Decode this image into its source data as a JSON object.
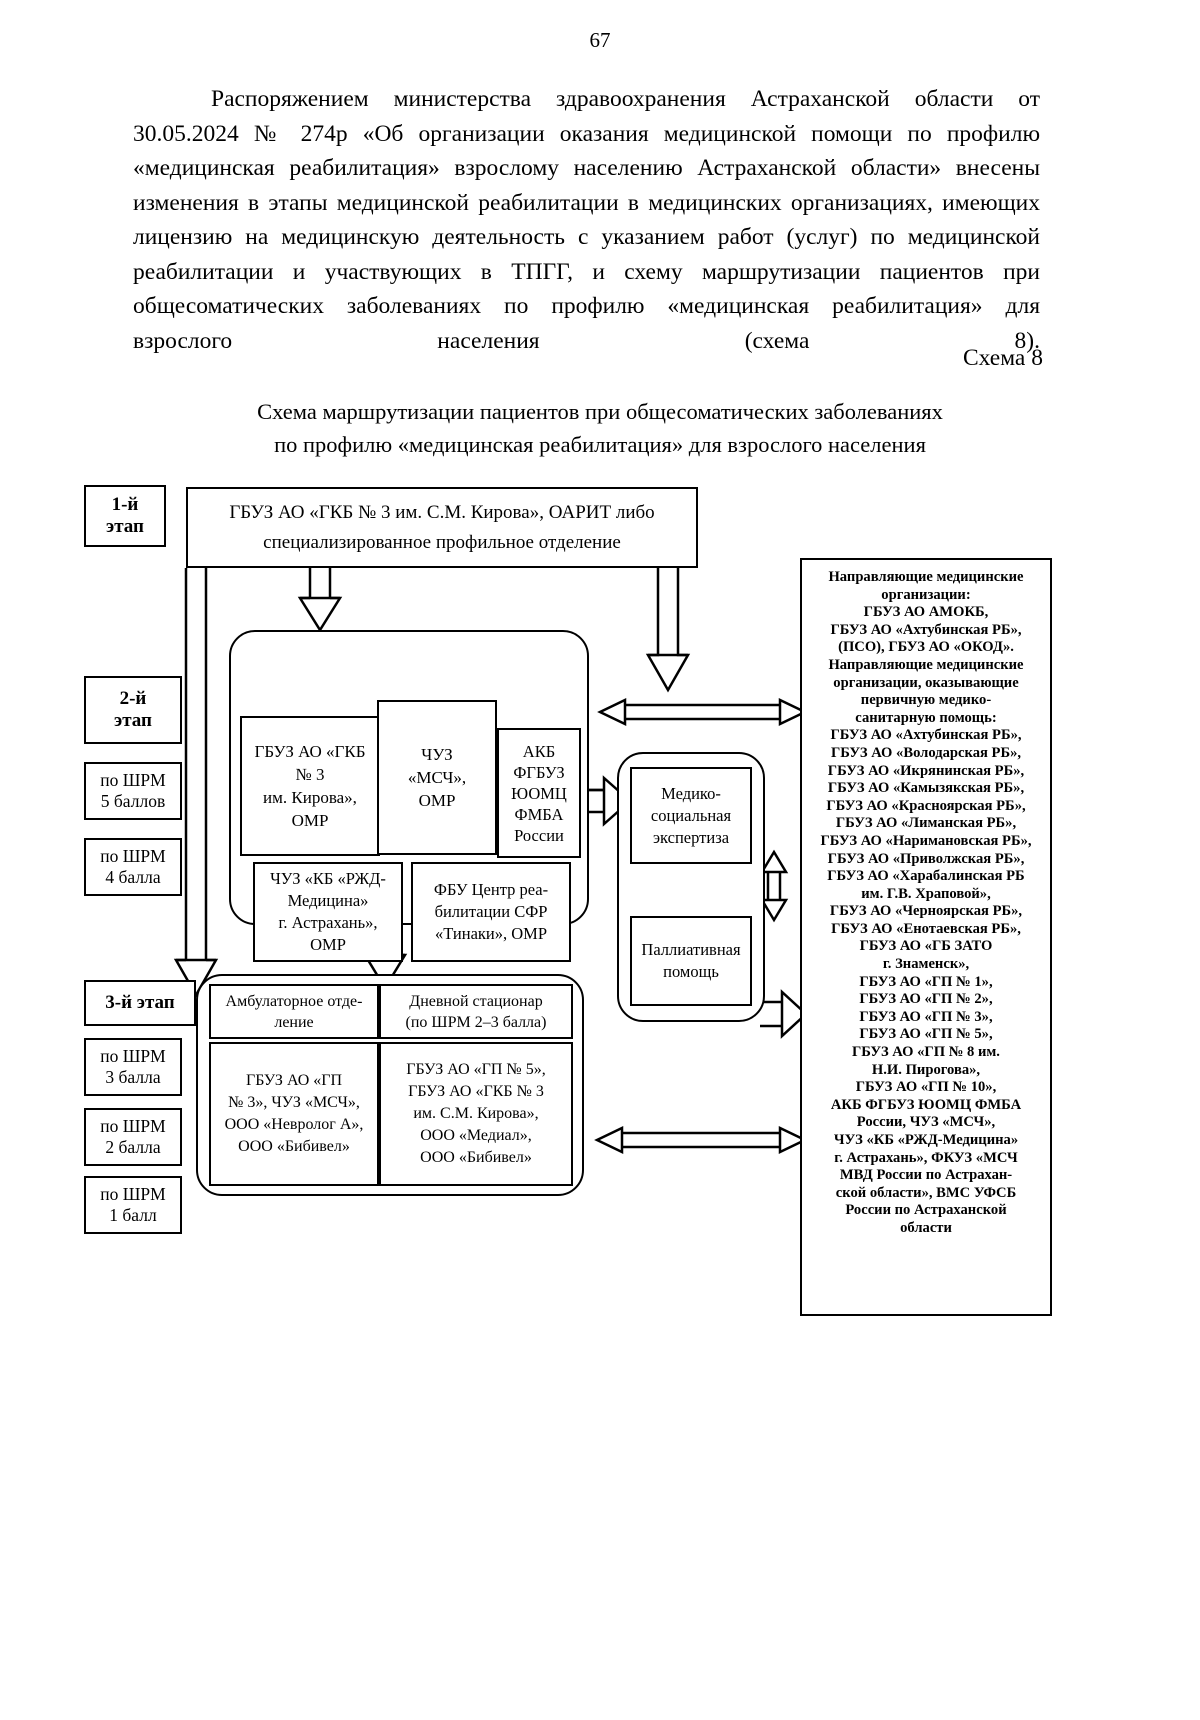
{
  "page": {
    "folio": "67",
    "body_paragraph": "Распоряжением министерства здравоохранения Астраханской области от 30.05.2024 № 274р «Об организации оказания медицинской помощи по профилю «медицинская реабилитация» взрослому населению Астраханской области» внесены изменения в этапы медицинской реабилитации в медицинских организациях, имеющих лицензию на медицинскую деятельность с указанием работ (услуг) по медицинской реабилитации и участвующих в ТПГГ, и схему маршрутизации пациентов при общесоматических заболеваниях по профилю «медицинская реабилитация» для взрослого населения (схема 8).",
    "scheme_label": "Схема 8",
    "diagram_title_line1": "Схема маршрутизации пациентов при общесоматических заболеваниях",
    "diagram_title_line2": "по профилю «медицинская реабилитация» для взрослого населения"
  },
  "diagram": {
    "stages": {
      "stage1": "1-й\nэтап",
      "stage1_l1": "1-й",
      "stage1_l2": "этап",
      "stage2_l1": "2-й",
      "stage2_l2": "этап",
      "stage3": "3-й этап"
    },
    "shrm": [
      {
        "line1": "по ШРМ",
        "line2": "5 баллов"
      },
      {
        "line1": "по ШРМ",
        "line2": "4 балла"
      },
      {
        "line1": "по ШРМ",
        "line2": "3 балла"
      },
      {
        "line1": "по ШРМ",
        "line2": "2 балла"
      },
      {
        "line1": "по ШРМ",
        "line2": "1 балл"
      }
    ],
    "stage1_box": {
      "line1": "ГБУЗ АО «ГКБ № 3 им. С.М. Кирова», ОАРИТ либо",
      "line2": "специализированное профильное отделение"
    },
    "stage2_boxes": [
      {
        "name": "gkb3-omr",
        "lines": [
          "ГБУЗ АО «ГКБ",
          "№ 3",
          "им. Кирова»,",
          "ОМР"
        ]
      },
      {
        "name": "chuz-msch",
        "lines": [
          "ЧУЗ",
          "«МСЧ»,",
          "ОМР"
        ]
      },
      {
        "name": "akb-fgbuz",
        "lines": [
          "АКБ",
          "ФГБУЗ",
          "ЮОМЦ",
          "ФМБА",
          "России"
        ]
      },
      {
        "name": "rzd-med",
        "lines": [
          "ЧУЗ «КБ «РЖД-",
          "Медицина»",
          "г. Астрахань»,",
          "ОМР"
        ]
      },
      {
        "name": "tinaki",
        "lines": [
          "ФБУ Центр реа-",
          "билитации СФР",
          "«Тинаки», ОМР"
        ]
      }
    ],
    "expertise_box": {
      "lines": [
        "Медико-",
        "социальная",
        "экспертиза"
      ]
    },
    "palliative_box": {
      "lines": [
        "Паллиативная",
        "помощь"
      ]
    },
    "stage3_boxes": {
      "ambulatory_header": {
        "lines": [
          "Амбулаторное отде-",
          "ление"
        ]
      },
      "daystay_header": {
        "lines": [
          "Дневной стационар",
          "(по ШРМ 2–3 балла)"
        ]
      },
      "ambulatory_body": {
        "lines": [
          "ГБУЗ АО «ГП",
          "№ 3», ЧУЗ «МСЧ»,",
          "ООО «Невролог А»,",
          "ООО «Бибивел»"
        ]
      },
      "daystay_body": {
        "lines": [
          "ГБУЗ АО «ГП № 5»,",
          "ГБУЗ АО «ГКБ № 3",
          "им. С.М. Кирова»,",
          "ООО «Медиал»,",
          "ООО «Бибивел»"
        ]
      }
    },
    "referring_list": [
      "Направляющие медицинские",
      "организации:",
      "ГБУЗ АО АМОКБ,",
      "ГБУЗ АО «Ахтубинская РБ»,",
      "(ПСО), ГБУЗ АО «ОКОД».",
      "Направляющие медицинские",
      "организации, оказывающие",
      "первичную медико-",
      "санитарную помощь:",
      "ГБУЗ АО «Ахтубинская РБ»,",
      "ГБУЗ АО «Володарская РБ»,",
      "ГБУЗ АО «Икрянинская РБ»,",
      "ГБУЗ АО «Камызякская РБ»,",
      "ГБУЗ АО «Красноярская РБ»,",
      "ГБУЗ АО «Лиманская РБ»,",
      "ГБУЗ АО «Наримановская РБ»,",
      "ГБУЗ АО «Приволжская РБ»,",
      "ГБУЗ АО «Харабалинская РБ",
      "им. Г.В. Храповой»,",
      "ГБУЗ АО «Черноярская РБ»,",
      "ГБУЗ АО «Енотаевская РБ»,",
      "ГБУЗ АО «ГБ ЗАТО",
      "г. Знаменск»,",
      "ГБУЗ АО «ГП № 1»,",
      "ГБУЗ АО «ГП № 2»,",
      "ГБУЗ АО «ГП № 3»,",
      "ГБУЗ АО «ГП № 5»,",
      "ГБУЗ АО «ГП № 8 им.",
      "Н.И. Пирогова»,",
      "ГБУЗ АО «ГП № 10»,",
      "АКБ ФГБУЗ ЮОМЦ ФМБА",
      "России, ЧУЗ «МСЧ»,",
      "ЧУЗ «КБ «РЖД-Медицина»",
      "г. Астрахань», ФКУЗ «МСЧ",
      "МВД России по Астрахан-",
      "ской области», ВМС УФСБ",
      "России по Астраханской",
      "области"
    ]
  }
}
